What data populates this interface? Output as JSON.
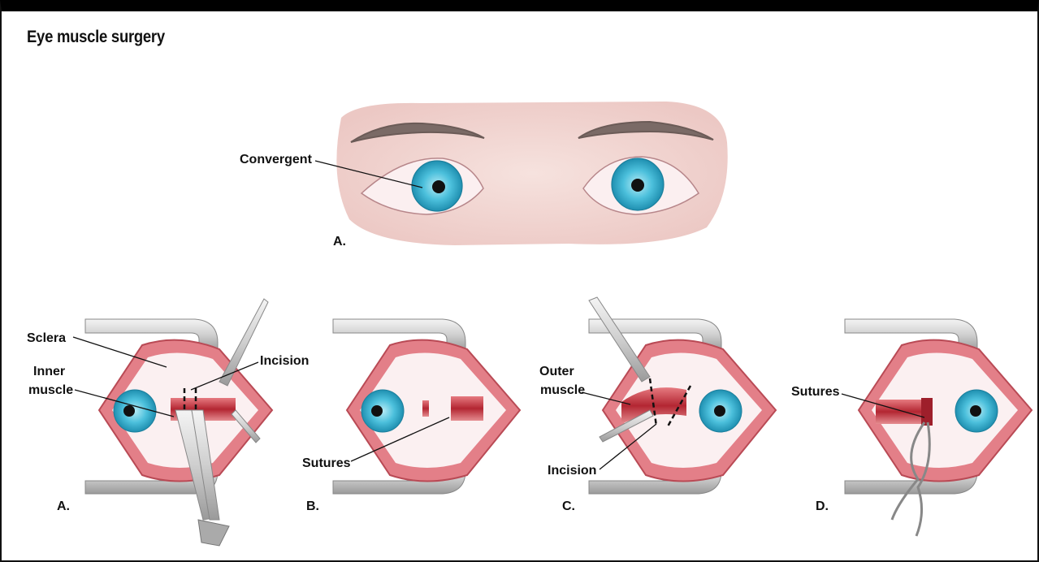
{
  "title": "Eye muscle surgery",
  "top": {
    "letter": "A.",
    "label": "Convergent"
  },
  "panels": [
    {
      "letter": "A.",
      "labels": [
        "Sclera",
        "Inner",
        "muscle",
        "Incision"
      ]
    },
    {
      "letter": "B.",
      "labels": [
        "Sutures"
      ]
    },
    {
      "letter": "C.",
      "labels": [
        "Outer",
        "muscle",
        "Incision"
      ]
    },
    {
      "letter": "D.",
      "labels": [
        "Sutures"
      ]
    }
  ],
  "colors": {
    "iris": "#3fb7d6",
    "lid": "#d9737c",
    "skin": "#f3dcd8",
    "muscle": "#c8363f",
    "instrument": "#c9c9c9"
  }
}
